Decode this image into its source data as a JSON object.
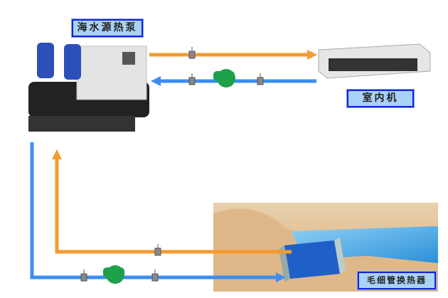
{
  "labels": {
    "heat_pump": "海水源热泵",
    "indoor_unit": "室内机",
    "capillary_exchanger": "毛细管换热器"
  },
  "colors": {
    "supply": "#f59a2e",
    "return": "#3d8ef0",
    "label_bg": "#a9d2f7",
    "label_border": "#1b20d8"
  }
}
